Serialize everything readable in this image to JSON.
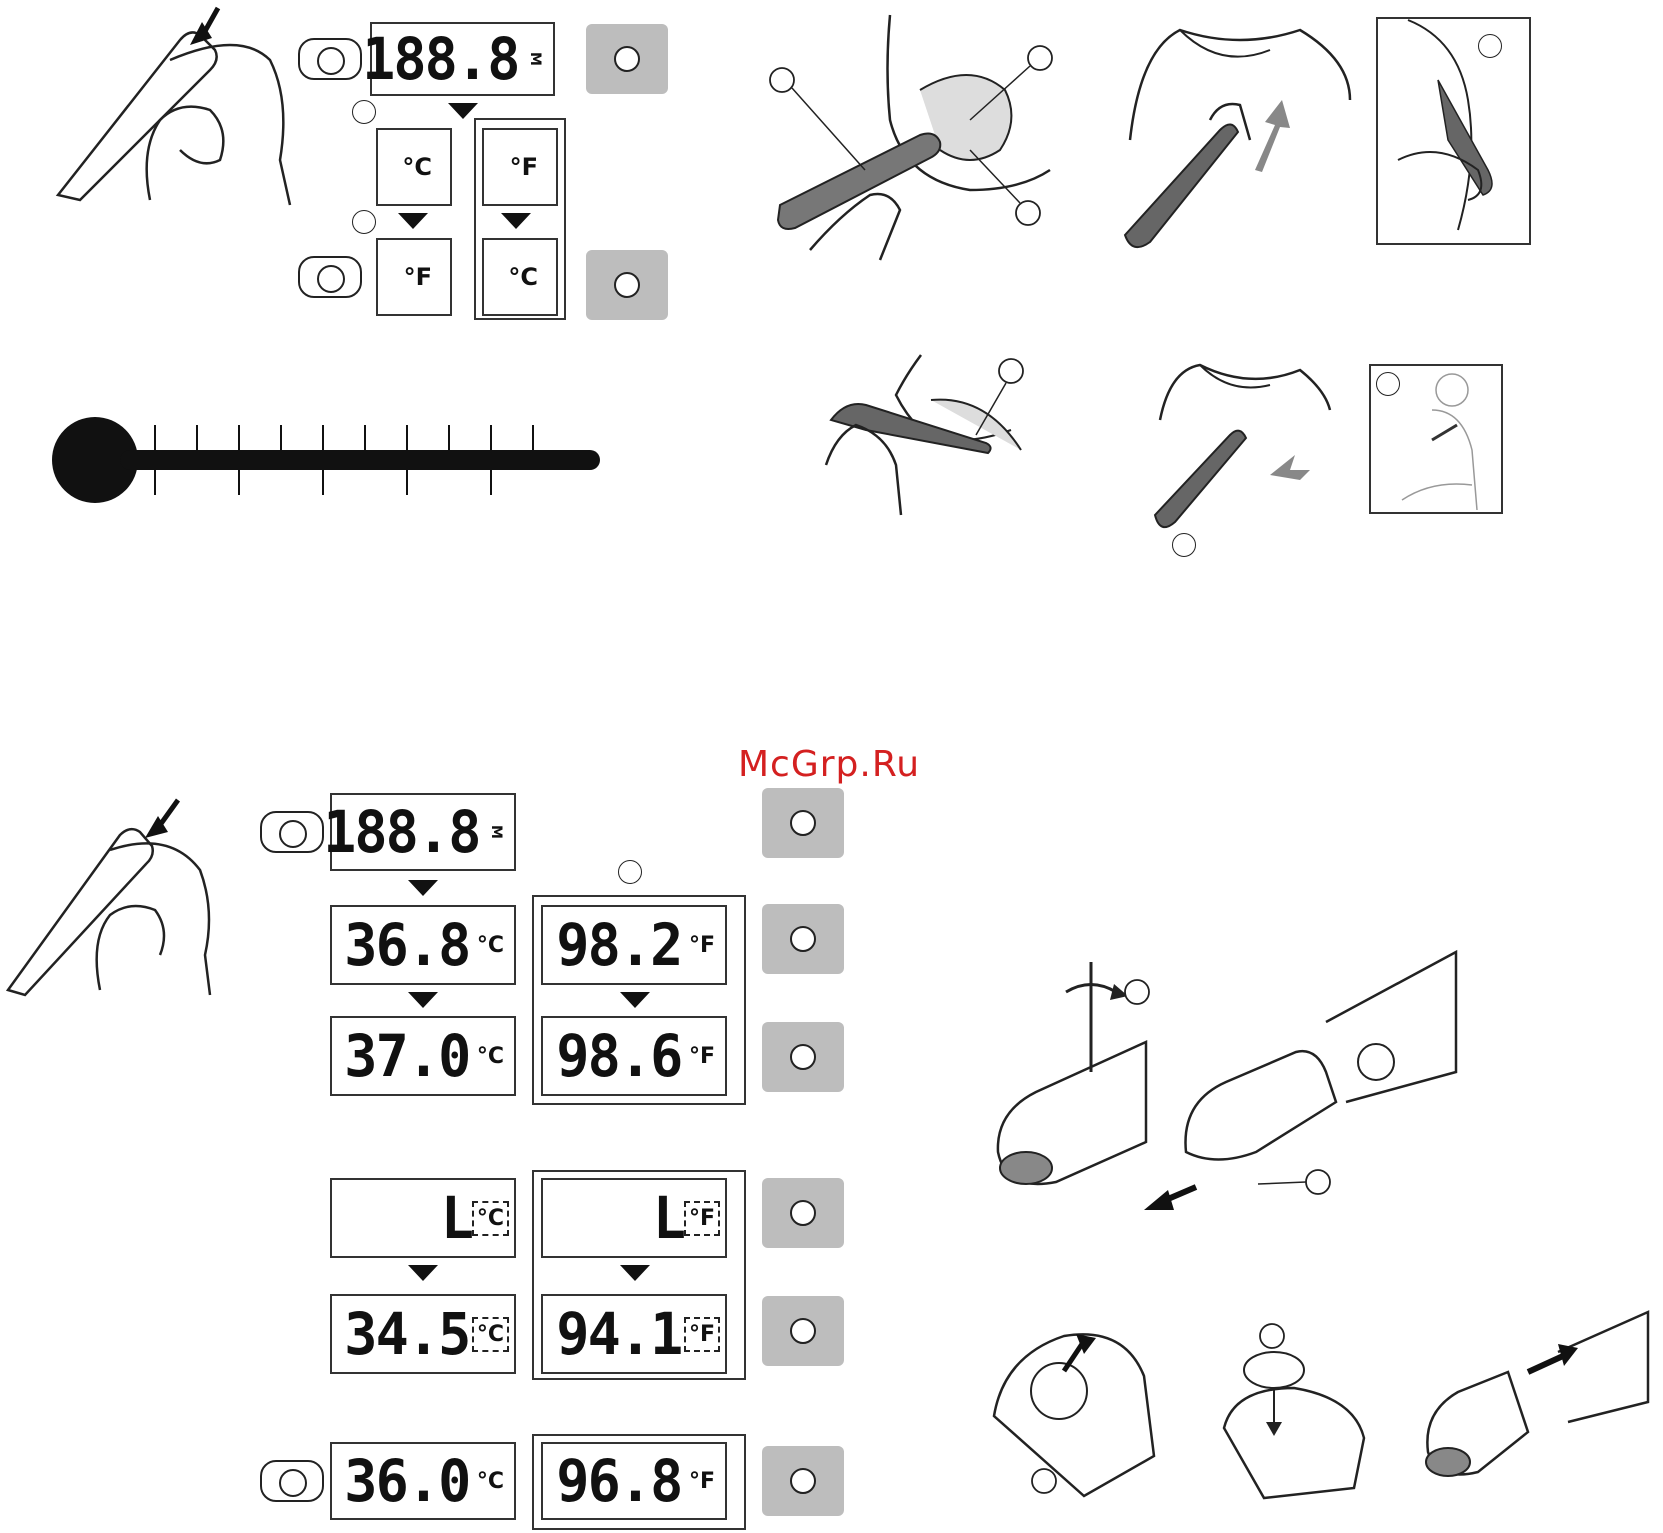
{
  "watermark": {
    "text": "McGrp.Ru",
    "color": "#d42020"
  },
  "colors": {
    "button_grey": "#bdbdbd",
    "line": "#222222"
  },
  "section_a": {
    "all_segments_display": "188.8",
    "unit_options_row1": {
      "left": "°C",
      "right": "°F"
    },
    "unit_options_row2": {
      "left": "°F",
      "right": "°C"
    }
  },
  "section_b": {
    "all_segments_display": "188.8",
    "readings_c": [
      {
        "value": "36.8",
        "unit": "°C"
      },
      {
        "value": "37.0",
        "unit": "°C"
      }
    ],
    "readings_f": [
      {
        "value": "98.2",
        "unit": "°F"
      },
      {
        "value": "98.6",
        "unit": "°F"
      }
    ],
    "low_c": {
      "value": "L",
      "unit": "°C"
    },
    "low_f": {
      "value": "L",
      "unit": "°F"
    },
    "rising_c": {
      "value": "34.5",
      "unit": "°C"
    },
    "rising_f": {
      "value": "94.1",
      "unit": "°F"
    },
    "final_c": {
      "value": "36.0",
      "unit": "°C"
    },
    "final_f": {
      "value": "96.8",
      "unit": "°F"
    }
  },
  "icons": {
    "press_button": "bubble-button-icon",
    "step_arrow": "triangle-down-icon",
    "callout": "callout-circle-icon",
    "grey_button": "button-press-icon"
  }
}
